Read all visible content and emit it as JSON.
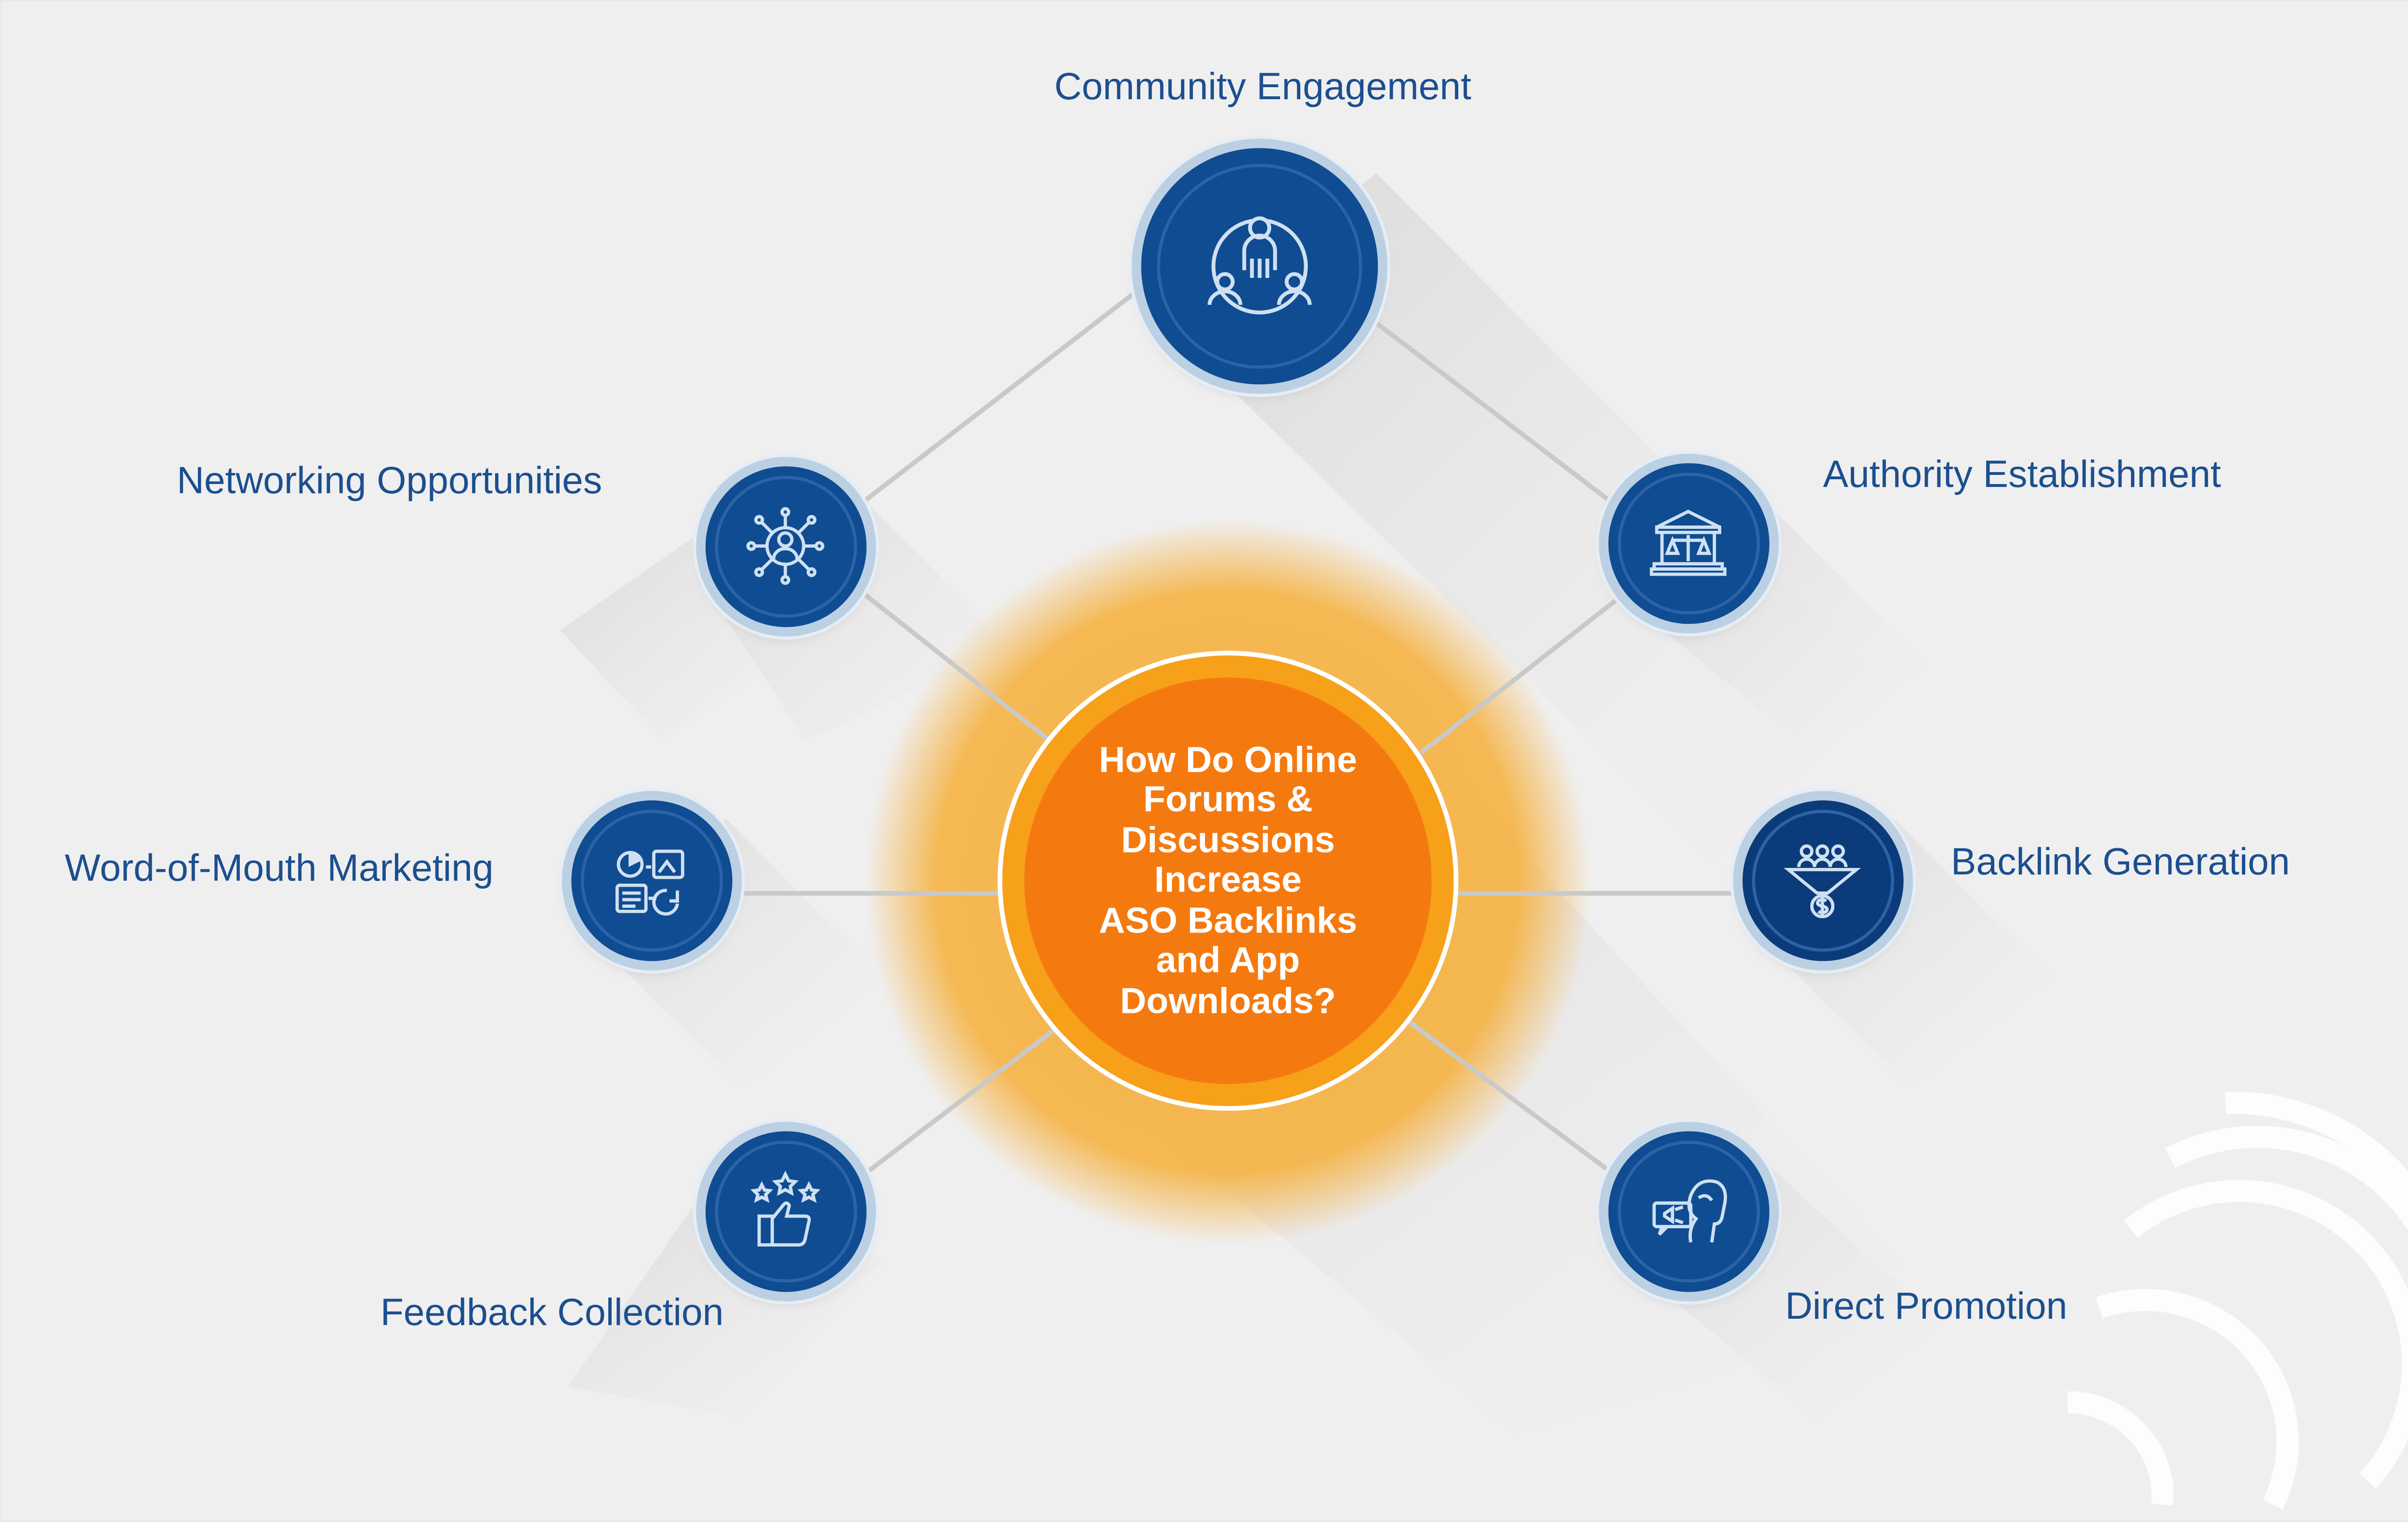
{
  "center": {
    "lines": [
      "How Do Online",
      "Forums &",
      "Discussions",
      "Increase",
      "ASO Backlinks",
      "and App",
      "Downloads?"
    ]
  },
  "nodes": [
    {
      "id": "community",
      "label": "Community Engagement",
      "icon": "group-network-icon"
    },
    {
      "id": "networking",
      "label": "Networking Opportunities",
      "icon": "connected-person-icon"
    },
    {
      "id": "authority",
      "label": "Authority Establishment",
      "icon": "institution-scales-icon"
    },
    {
      "id": "wom",
      "label": "Word-of-Mouth Marketing",
      "icon": "marketing-sharing-icon"
    },
    {
      "id": "backlink",
      "label": "Backlink Generation",
      "icon": "funnel-dollar-icon"
    },
    {
      "id": "feedback",
      "label": "Feedback Collection",
      "icon": "thumbs-up-stars-icon"
    },
    {
      "id": "promotion",
      "label": "Direct Promotion",
      "icon": "megaphone-head-icon"
    }
  ],
  "colors": {
    "node_blue": "#0f4c92",
    "label_blue": "#1b4f8f",
    "hub_orange": "#f47a10",
    "hub_ring": "#f7a019",
    "glow": "#f5b54a",
    "background": "#f0efef",
    "connector": "#c9c9c9"
  }
}
